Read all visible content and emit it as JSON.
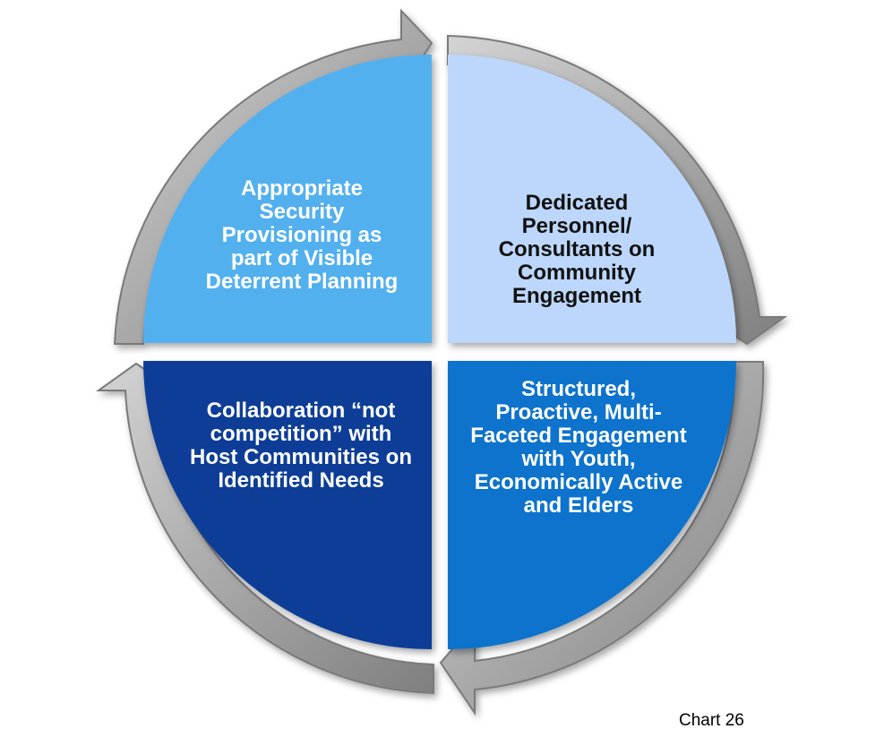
{
  "quadrants": [
    {
      "id": "top-left",
      "label": "Appropriate Security Provisioning as part of Visible Deterrent Planning",
      "color": "#52b0ef"
    },
    {
      "id": "top-right",
      "label": "Dedicated Personnel/ Consultants on Community Engagement",
      "color": "#bcd7fb"
    },
    {
      "id": "bottom-right",
      "label": "Structured, Proactive, Multi-Faceted Engagement with Youth, Economically Active and Elders",
      "color": "#0b73cc"
    },
    {
      "id": "bottom-left",
      "label": "Collaboration “not competition” with Host Communities on Identified Needs",
      "color": "#0c3c97"
    }
  ],
  "arrow_color": "#9c9c9c",
  "caption": "Chart 26"
}
